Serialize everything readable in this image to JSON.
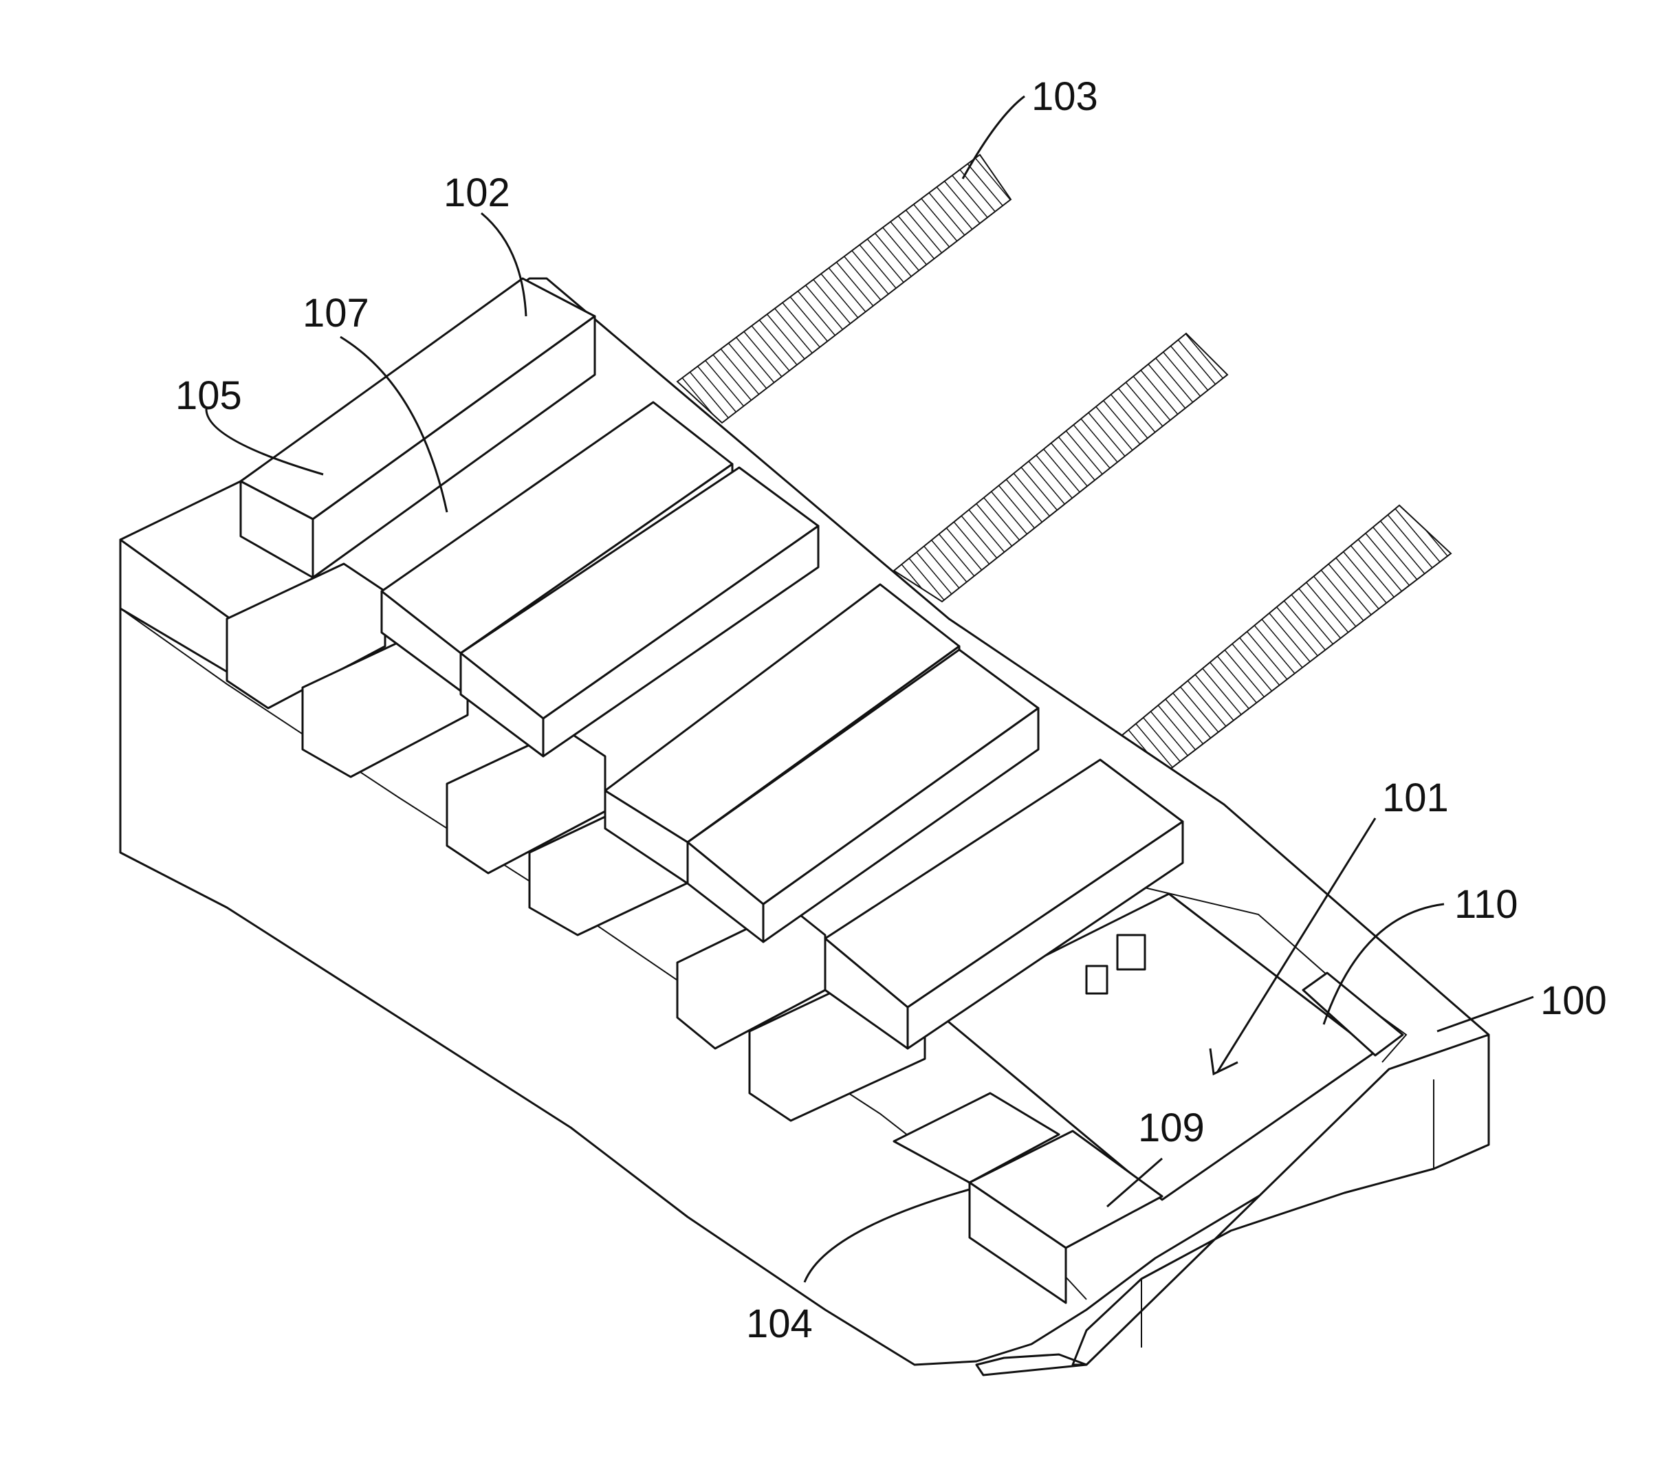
{
  "labels": {
    "l100": "100",
    "l101": "101",
    "l102": "102",
    "l103": "103",
    "l104": "104",
    "l105": "105",
    "l107": "107",
    "l109": "109",
    "l110": "110"
  },
  "colors": {
    "line": "#111111",
    "background": "#ffffff"
  }
}
